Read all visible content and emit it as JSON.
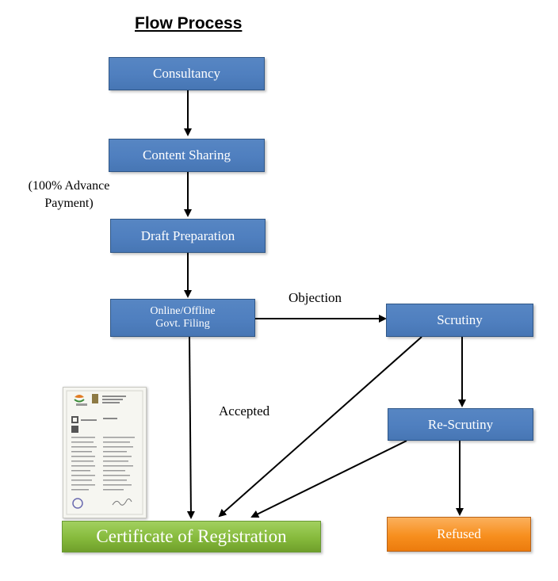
{
  "title": "Flow Process",
  "steps": {
    "consultancy": "Consultancy",
    "content_sharing": "Content Sharing",
    "draft_preparation": "Draft Preparation",
    "filing_line1": "Online/Offline",
    "filing_line2": "Govt. Filing",
    "scrutiny": "Scrutiny",
    "re_scrutiny": "Re-Scrutiny",
    "certificate": "Certificate of Registration",
    "refused": "Refused"
  },
  "labels": {
    "objection": "Objection",
    "accepted": "Accepted",
    "advance_line1": "(100% Advance",
    "advance_line2": "Payment)"
  },
  "colors": {
    "step_blue": "#4f81bd",
    "certificate_green": "#86ba3c",
    "refused_orange": "#f78f1e"
  }
}
